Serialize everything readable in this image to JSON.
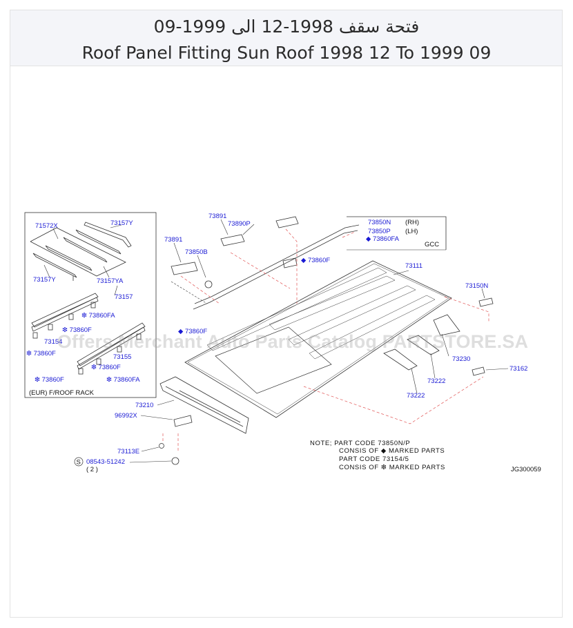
{
  "title_arabic": "فتحة سقف 1998-12 الى 1999-09",
  "title_english": "Roof Panel Fitting Sun Roof 1998 12 To 1999 09",
  "watermark": "Offers Merchant Auto Parts Catalog PARTSTORE.SA",
  "inset": {
    "caption": "(EUR)   F/ROOF  RACK",
    "labels": {
      "p71572x": "71572X",
      "p73157y_a": "73157Y",
      "p73157y_b": "73157Y",
      "p73157ya": "73157YA",
      "p73157": "73157",
      "p73860fa_a": "73860FA",
      "p73860f_a": "73860F",
      "p73154": "73154",
      "p73860f_b": "73860F",
      "p73155": "73155",
      "p73860f_c": "73860F",
      "p73860f_d": "73860F",
      "p73860fa_b": "73860FA"
    }
  },
  "gcc_box": {
    "region": "GCC",
    "rh_code": "73850N",
    "rh_side": "(RH)",
    "lh_code": "73850P",
    "lh_side": "(LH)",
    "sub_code": "73860FA"
  },
  "labels": {
    "p73891_top": "73891",
    "p73890p": "73890P",
    "p73891_left": "73891",
    "p73850b": "73850B",
    "p73860f_mid": "73860F",
    "p73860f_low": "73860F",
    "p73111": "73111",
    "p73150n": "73150N",
    "p73230": "73230",
    "p73162": "73162",
    "p73222_a": "73222",
    "p73222_b": "73222",
    "p73210": "73210",
    "p96992x": "96992X",
    "p73113e": "73113E",
    "p08543": "08543-51242",
    "qty": "( 2 )",
    "s_mark": "S",
    "diagram_code": "JG300059"
  },
  "note": {
    "line1": "NOTE;  PART  CODE  73850N/P",
    "line2": "CONSIS  OF  ◆ MARKED  PARTS",
    "line3": "PART  CODE  73154/5",
    "line4": "CONSIS  OF  ❇      MARKED  PARTS"
  },
  "colors": {
    "label": "#1a1ad4",
    "line": "#333333",
    "dashed_leader": "#e05050",
    "header_bg": "#f4f5f9"
  }
}
